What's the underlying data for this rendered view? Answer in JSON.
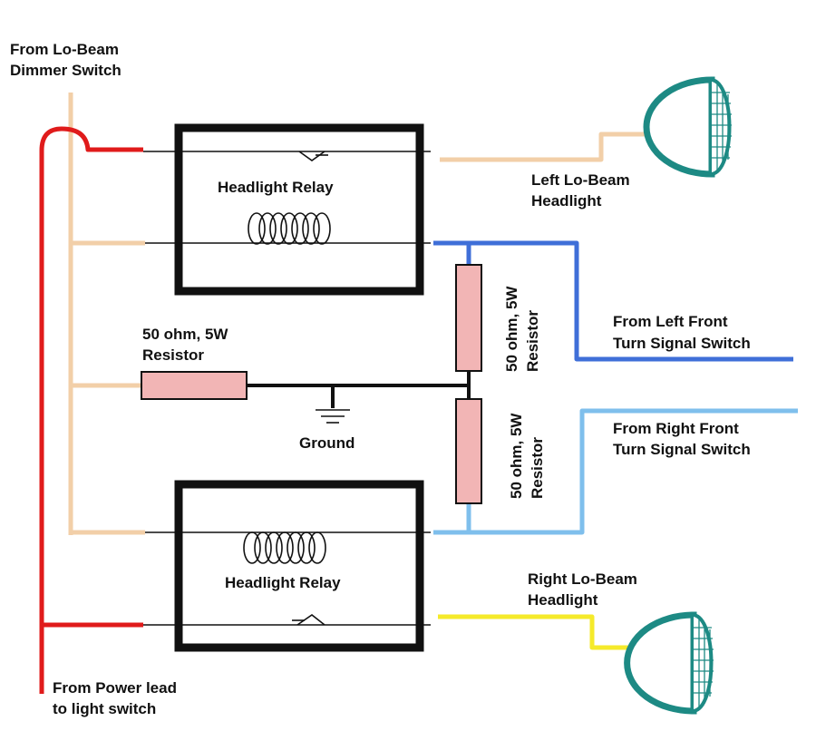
{
  "labels": {
    "lo_beam_dimmer": [
      "From Lo-Beam",
      "Dimmer Switch"
    ],
    "power_lead": [
      "From Power lead",
      "to light switch"
    ],
    "top_relay": "Headlight Relay",
    "bottom_relay": "Headlight Relay",
    "left_headlight": [
      "Left Lo-Beam",
      "Headlight"
    ],
    "right_headlight": [
      "Right Lo-Beam",
      "Headlight"
    ],
    "left_turn": [
      "From Left Front",
      "Turn Signal Switch"
    ],
    "right_turn": [
      "From Right Front",
      "Turn Signal Switch"
    ],
    "ground_resistor": [
      "50 ohm, 5W",
      "Resistor"
    ],
    "upper_resistor": [
      "50 ohm, 5W",
      "Resistor"
    ],
    "lower_resistor": [
      "50 ohm, 5W",
      "Resistor"
    ],
    "ground": "Ground"
  },
  "colors": {
    "power_red": "#e01b1b",
    "lo_beam_tan": "#f2cfa8",
    "left_turn_blue": "#3f6fd8",
    "right_turn_lightblue": "#7fbfec",
    "right_headlight_yellow": "#f5ea2a",
    "resistor_fill": "#f2b5b5",
    "headlight_teal": "#1d8a84",
    "relay_border": "#111111"
  }
}
